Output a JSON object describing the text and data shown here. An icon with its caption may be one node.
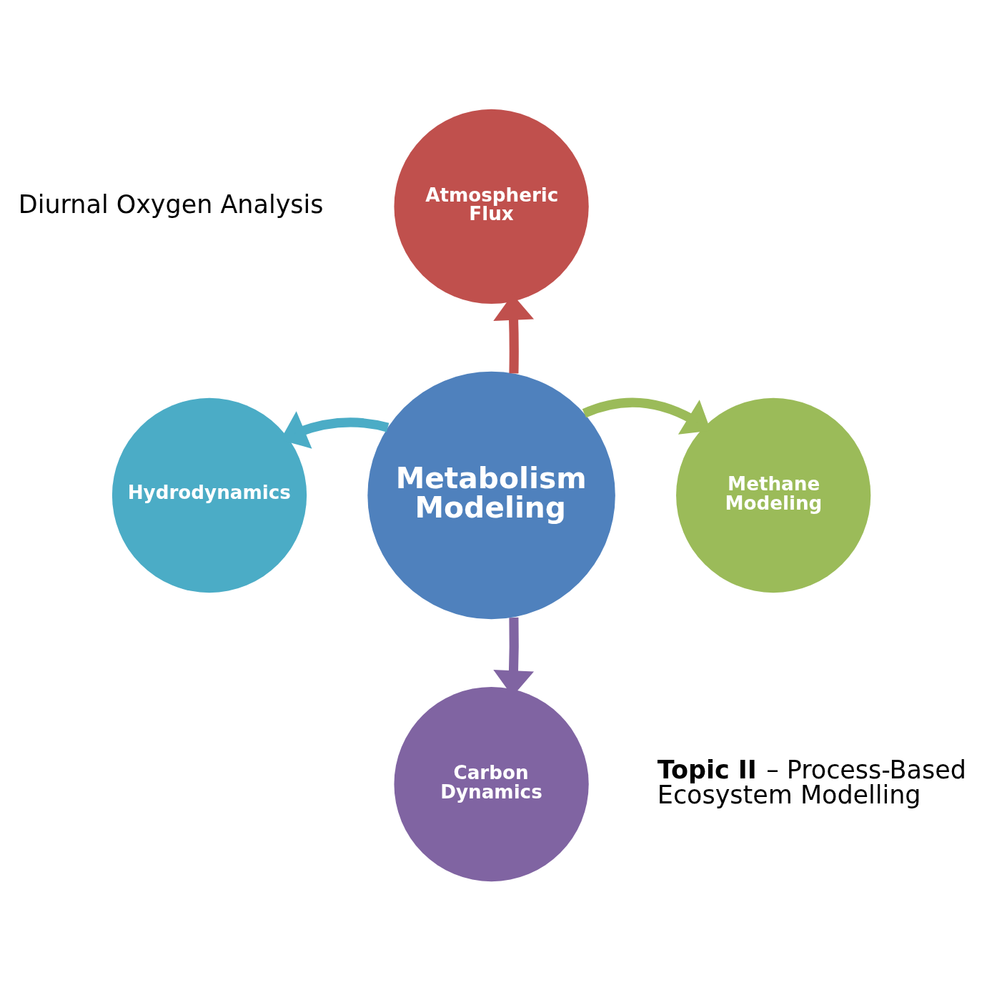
{
  "diagram": {
    "nodes": [
      {
        "text": [
          "Atmospheric Flux"
        ]
      },
      {
        "text": [
          "Hydrodynamics"
        ]
      },
      {
        "text": [
          "Metabolism Modeling"
        ]
      },
      {
        "text": [
          "Methane Modeling"
        ]
      },
      {
        "text": [
          "Carbon Dynamics"
        ]
      }
    ],
    "edges": [
      {
        "from": 2,
        "to": 0,
        "arrow": "to",
        "color": "#c0504d"
      },
      {
        "from": 2,
        "to": 1,
        "arrow": "to",
        "color": "#4bacc6"
      },
      {
        "from": 2,
        "to": 3,
        "arrow": "to",
        "color": "#9bbb59"
      },
      {
        "from": 2,
        "to": 4,
        "arrow": "to",
        "color": "#8064a2"
      }
    ],
    "labels": [
      "Diurnal Oxygen Analysis",
      "**Topic II** – Process-Based Ecosystem Modelling"
    ]
  }
}
